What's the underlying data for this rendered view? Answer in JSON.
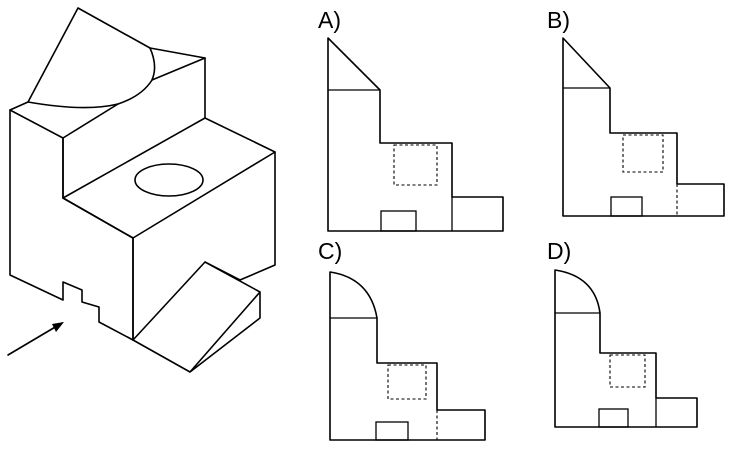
{
  "options": [
    {
      "key": "a",
      "label": "A)"
    },
    {
      "key": "b",
      "label": "B)"
    },
    {
      "key": "c",
      "label": "C)"
    },
    {
      "key": "d",
      "label": "D)"
    }
  ],
  "colors": {
    "line": "#000000",
    "background": "#ffffff"
  }
}
